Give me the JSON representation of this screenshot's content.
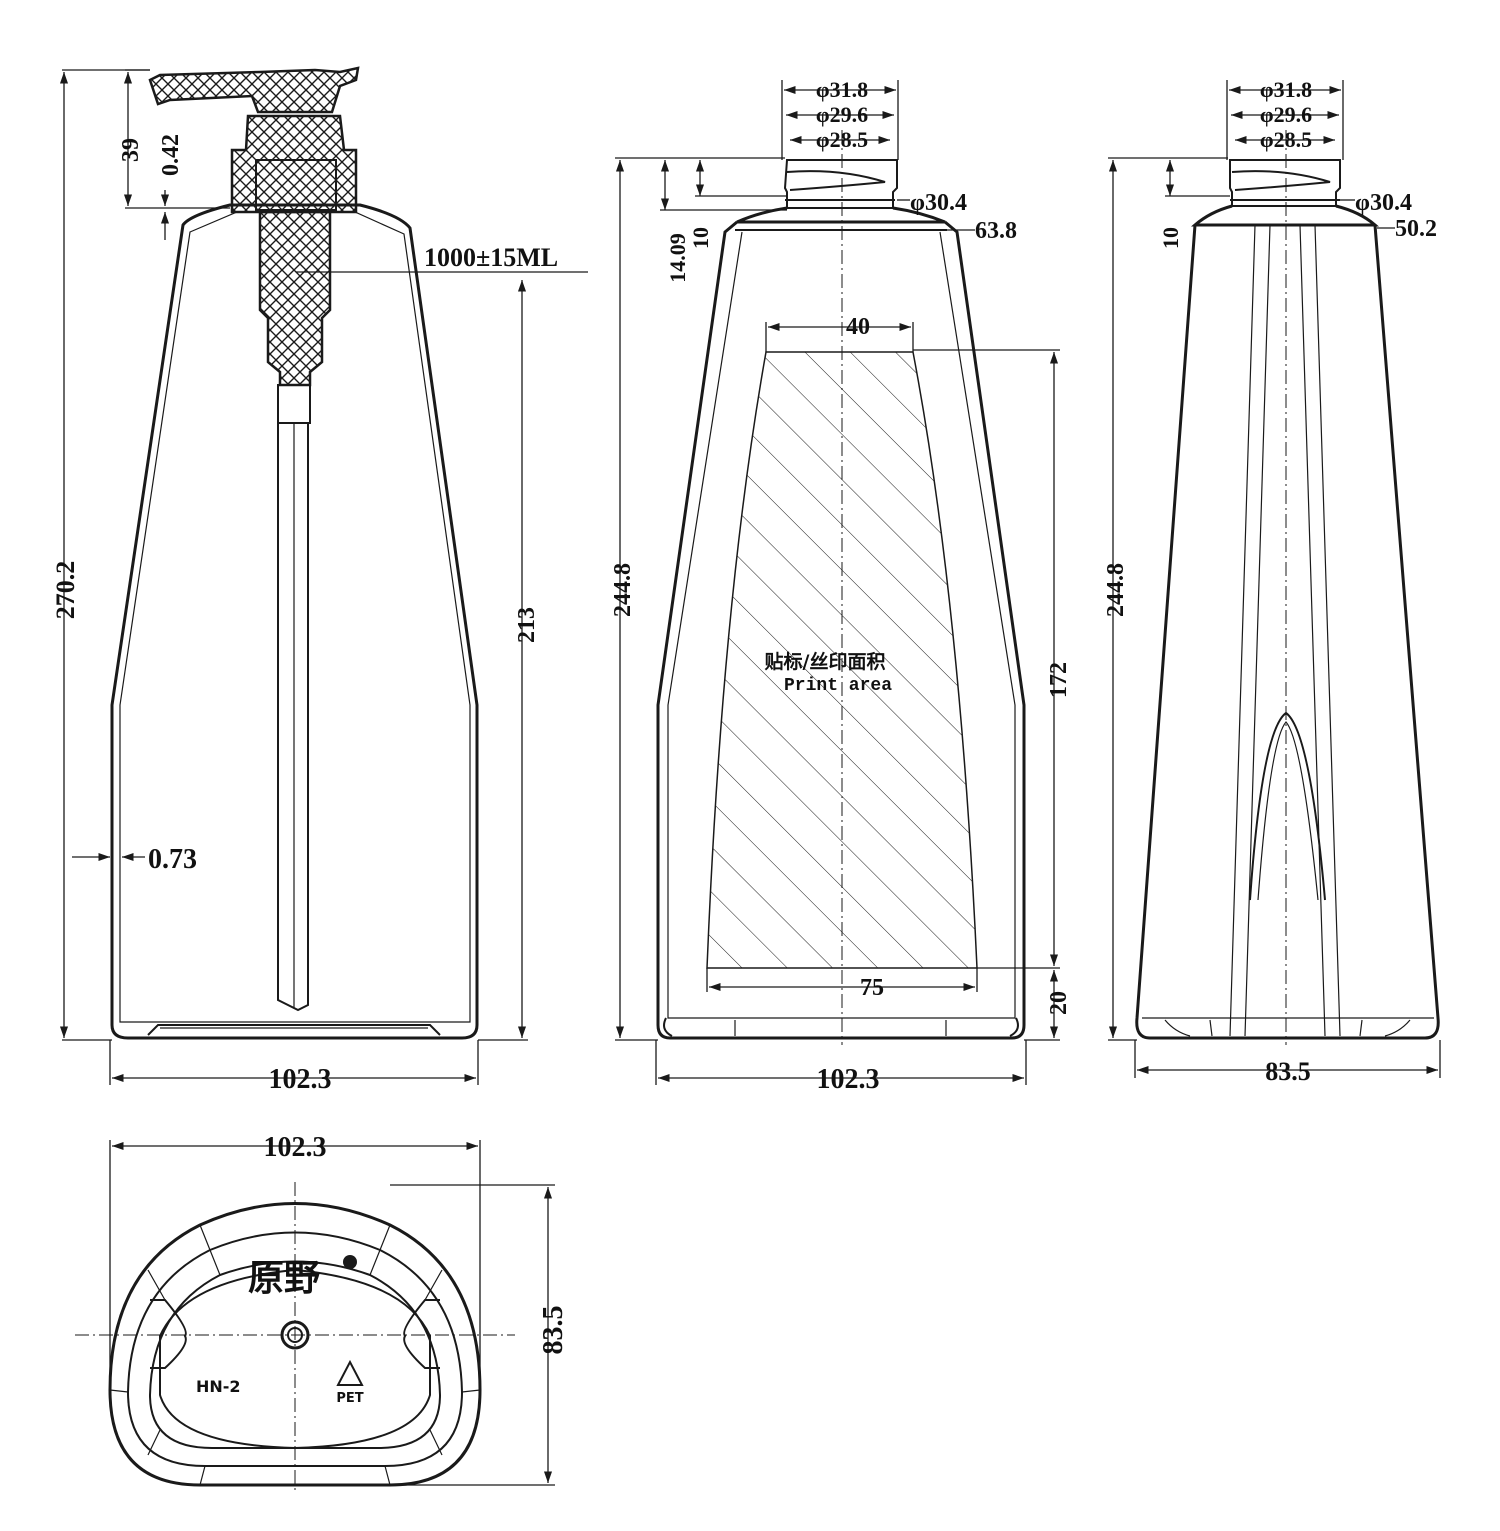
{
  "colors": {
    "ink": "#1a1a1a",
    "background": "#ffffff"
  },
  "front_view": {
    "total_height": "270.2",
    "pump_height": "39",
    "neck_gap": "0.42",
    "capacity": "1000±15ML",
    "body_height": "213",
    "wall_thickness": "0.73",
    "width": "102.3"
  },
  "side_view": {
    "dia_outer": "φ31.8",
    "dia_mid": "φ29.6",
    "dia_inner": "φ28.5",
    "dia_bead": "φ30.4",
    "shoulder_width": "63.8",
    "neck_height_a": "14.09",
    "neck_height_b": "10",
    "height": "244.8",
    "print_top_width": "40",
    "print_height": "172",
    "print_bottom_width": "75",
    "print_bottom_offset": "20",
    "print_label_cn": "贴标/丝印面积",
    "print_label_en": "Print area",
    "width": "102.3"
  },
  "end_view": {
    "dia_outer": "φ31.8",
    "dia_mid": "φ29.6",
    "dia_inner": "φ28.5",
    "dia_bead": "φ30.4",
    "neck_height": "10",
    "shoulder_width": "50.2",
    "height": "244.8",
    "width": "83.5"
  },
  "bottom_view": {
    "width": "102.3",
    "depth": "83.5",
    "brand": "原野",
    "model": "HN-2",
    "material": "PET"
  }
}
